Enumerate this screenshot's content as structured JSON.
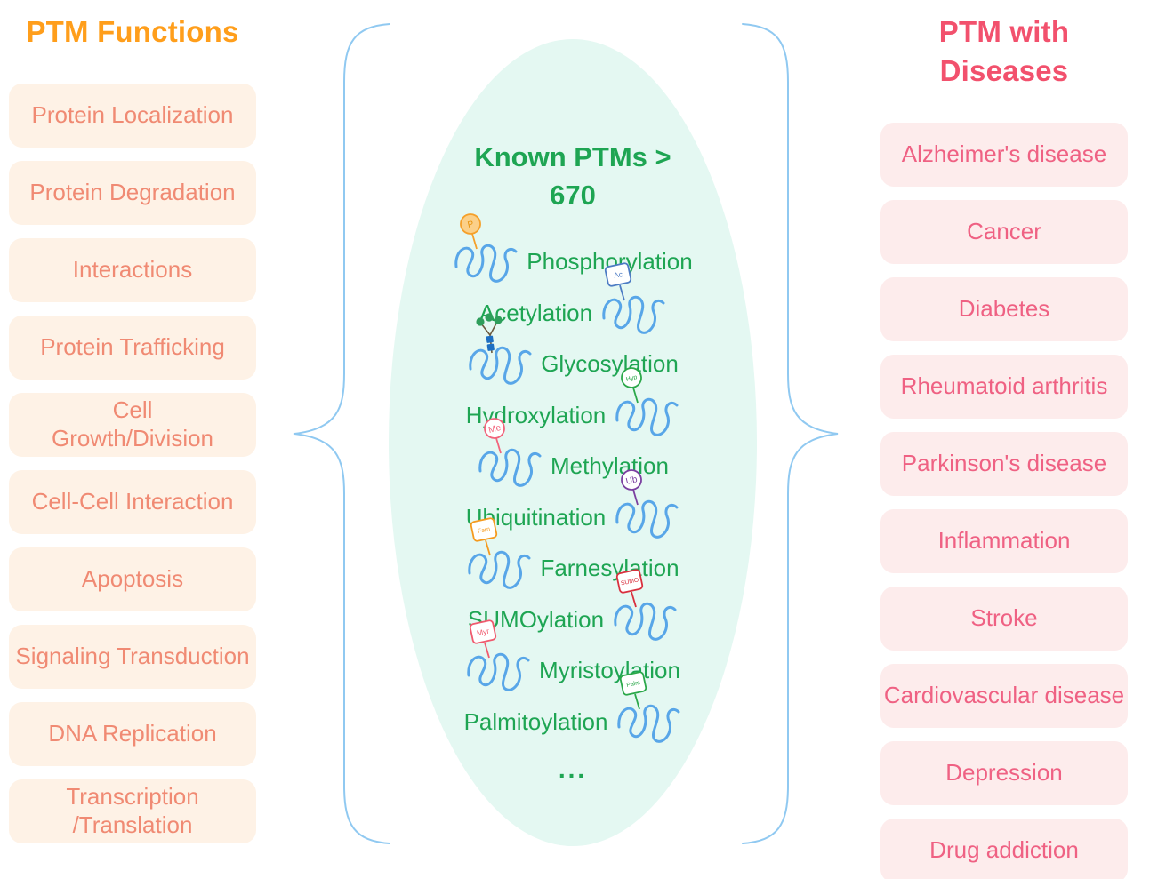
{
  "left_panel": {
    "title": "PTM Functions",
    "title_color": "#FF9E1B",
    "item_bg_color": "#FEF2E6",
    "item_text_color": "#F08A73",
    "items": [
      "Protein Localization",
      "Protein Degradation",
      "Interactions",
      "Protein Trafficking",
      "Cell\nGrowth/Division",
      "Cell-Cell Interaction",
      "Apoptosis",
      "Signaling Transduction",
      "DNA Replication",
      "Transcription\n/Translation"
    ]
  },
  "center_panel": {
    "title_line1": "Known PTMs >",
    "title_line2": "670",
    "title_color": "#1EA553",
    "label_color": "#1EA553",
    "ellipse_color": "#E4F8F2",
    "brace_color": "#90C9F1",
    "protein_color": "#58A6E8",
    "ellipsis": "...",
    "ptms": [
      {
        "label": "Phosphorylation",
        "side": "left",
        "flag": {
          "shape": "circle",
          "text": "P",
          "color": "#F5A02A",
          "fill": "#FBD089",
          "text_color": "#E8940E"
        }
      },
      {
        "label": "Acetylation",
        "side": "right",
        "flag": {
          "shape": "square",
          "text": "Ac",
          "color": "#4D7CC4",
          "fill": "#FFFFFF"
        }
      },
      {
        "label": "Glycosylation",
        "side": "left",
        "flag": {
          "shape": "glycan",
          "circle_color": "#2E9E5B",
          "square_color": "#1D6FC2",
          "stalk_color": "#6B5A3E"
        }
      },
      {
        "label": "Hydroxylation",
        "side": "right",
        "flag": {
          "shape": "circle",
          "text": "Hyp",
          "color": "#2BA84A",
          "fill": "#FFFFFF"
        }
      },
      {
        "label": "Methylation",
        "side": "left",
        "flag": {
          "shape": "circle",
          "text": "Me",
          "color": "#F2647C",
          "fill": "#FFFFFF"
        }
      },
      {
        "label": "Ubiquitination",
        "side": "right",
        "flag": {
          "shape": "circle",
          "text": "Ub",
          "color": "#7B3FA0",
          "fill": "#FFFFFF"
        }
      },
      {
        "label": "Farnesylation",
        "side": "left",
        "flag": {
          "shape": "square",
          "text": "Farn",
          "color": "#F59A1E",
          "fill": "#FFFFFF"
        }
      },
      {
        "label": "SUMOylation",
        "side": "right",
        "flag": {
          "shape": "square",
          "text": "SUMO",
          "color": "#D9303E",
          "fill": "#FFFFFF"
        }
      },
      {
        "label": "Myristoylation",
        "side": "left",
        "flag": {
          "shape": "square",
          "text": "Myr",
          "color": "#F05A6E",
          "fill": "#FFFFFF"
        }
      },
      {
        "label": "Palmitoylation",
        "side": "right",
        "flag": {
          "shape": "square",
          "text": "Palm",
          "color": "#2BA84A",
          "fill": "#FFFFFF"
        }
      }
    ]
  },
  "right_panel": {
    "title": "PTM with Diseases",
    "title_color": "#F2516D",
    "item_bg_color": "#FDECEC",
    "item_text_color": "#EF6183",
    "items": [
      "Alzheimer's disease",
      "Cancer",
      "Diabetes",
      "Rheumatoid arthritis",
      "Parkinson's disease",
      "Inflammation",
      "Stroke",
      "Cardiovascular disease",
      "Depression",
      "Drug addiction"
    ]
  }
}
